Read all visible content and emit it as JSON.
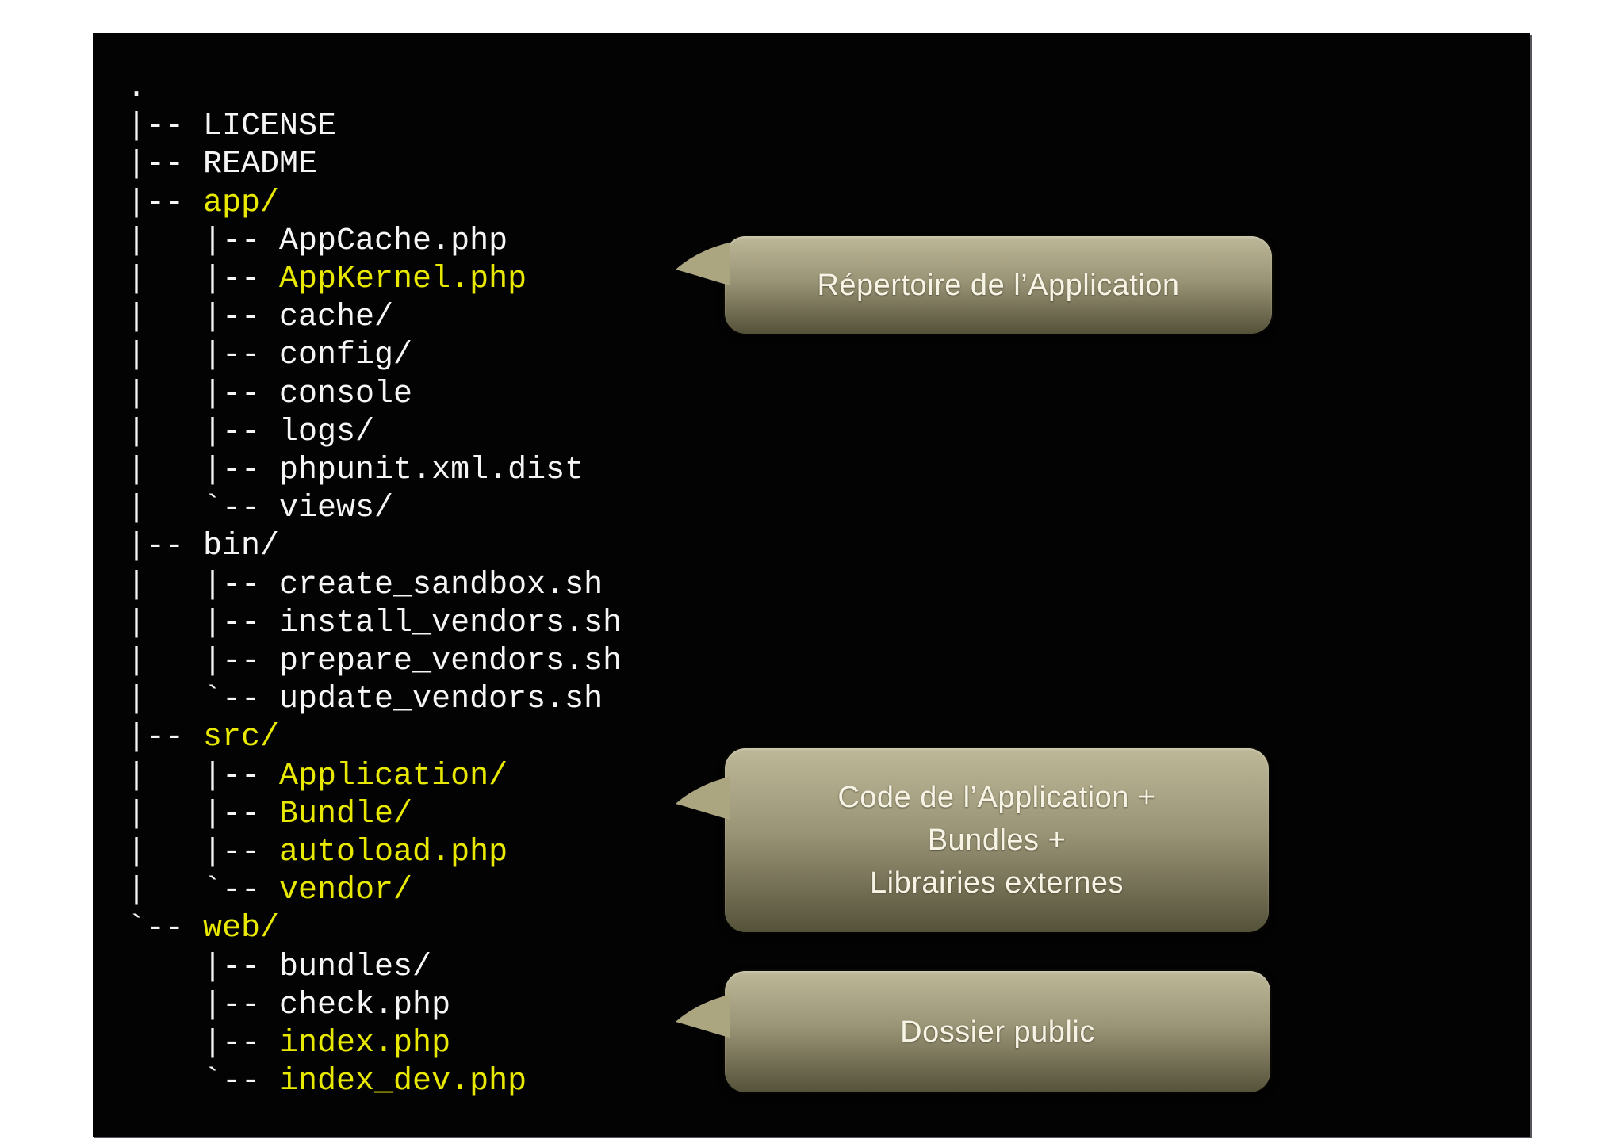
{
  "slide": {
    "page_bg": "#ffffff",
    "canvas_bg": "#030303"
  },
  "tree": {
    "text_color": "#f5f5f5",
    "highlight_color": "#e8e800",
    "lines": [
      {
        "prefix": "",
        "name": ".",
        "highlight": false
      },
      {
        "prefix": "|-- ",
        "name": "LICENSE",
        "highlight": false
      },
      {
        "prefix": "|-- ",
        "name": "README",
        "highlight": false
      },
      {
        "prefix": "|-- ",
        "name": "app/",
        "highlight": true
      },
      {
        "prefix": "|   |-- ",
        "name": "AppCache.php",
        "highlight": false
      },
      {
        "prefix": "|   |-- ",
        "name": "AppKernel.php",
        "highlight": true
      },
      {
        "prefix": "|   |-- ",
        "name": "cache/",
        "highlight": false
      },
      {
        "prefix": "|   |-- ",
        "name": "config/",
        "highlight": false
      },
      {
        "prefix": "|   |-- ",
        "name": "console",
        "highlight": false
      },
      {
        "prefix": "|   |-- ",
        "name": "logs/",
        "highlight": false
      },
      {
        "prefix": "|   |-- ",
        "name": "phpunit.xml.dist",
        "highlight": false
      },
      {
        "prefix": "|   `-- ",
        "name": "views/",
        "highlight": false
      },
      {
        "prefix": "|-- ",
        "name": "bin/",
        "highlight": false
      },
      {
        "prefix": "|   |-- ",
        "name": "create_sandbox.sh",
        "highlight": false
      },
      {
        "prefix": "|   |-- ",
        "name": "install_vendors.sh",
        "highlight": false
      },
      {
        "prefix": "|   |-- ",
        "name": "prepare_vendors.sh",
        "highlight": false
      },
      {
        "prefix": "|   `-- ",
        "name": "update_vendors.sh",
        "highlight": false
      },
      {
        "prefix": "|-- ",
        "name": "src/",
        "highlight": true
      },
      {
        "prefix": "|   |-- ",
        "name": "Application/",
        "highlight": true
      },
      {
        "prefix": "|   |-- ",
        "name": "Bundle/",
        "highlight": true
      },
      {
        "prefix": "|   |-- ",
        "name": "autoload.php",
        "highlight": true
      },
      {
        "prefix": "|   `-- ",
        "name": "vendor/",
        "highlight": true
      },
      {
        "prefix": "`-- ",
        "name": "web/",
        "highlight": true
      },
      {
        "prefix": "    |-- ",
        "name": "bundles/",
        "highlight": false
      },
      {
        "prefix": "    |-- ",
        "name": "check.php",
        "highlight": false
      },
      {
        "prefix": "    |-- ",
        "name": "index.php",
        "highlight": true
      },
      {
        "prefix": "    `-- ",
        "name": "index_dev.php",
        "highlight": true
      }
    ]
  },
  "callouts": [
    {
      "id": "repertoire-application",
      "lines": [
        "Répertoire de l’Application"
      ]
    },
    {
      "id": "code-application",
      "lines": [
        "Code de l’Application +",
        "Bundles +",
        "Librairies externes"
      ]
    },
    {
      "id": "dossier-public",
      "lines": [
        "Dossier public"
      ]
    }
  ],
  "callout_style": {
    "gradient_top": "#bdb898",
    "gradient_mid": "#9b9577",
    "gradient_bottom": "#55523a",
    "tail_fill": "#aba580",
    "text_color": "#f7f4e6"
  }
}
